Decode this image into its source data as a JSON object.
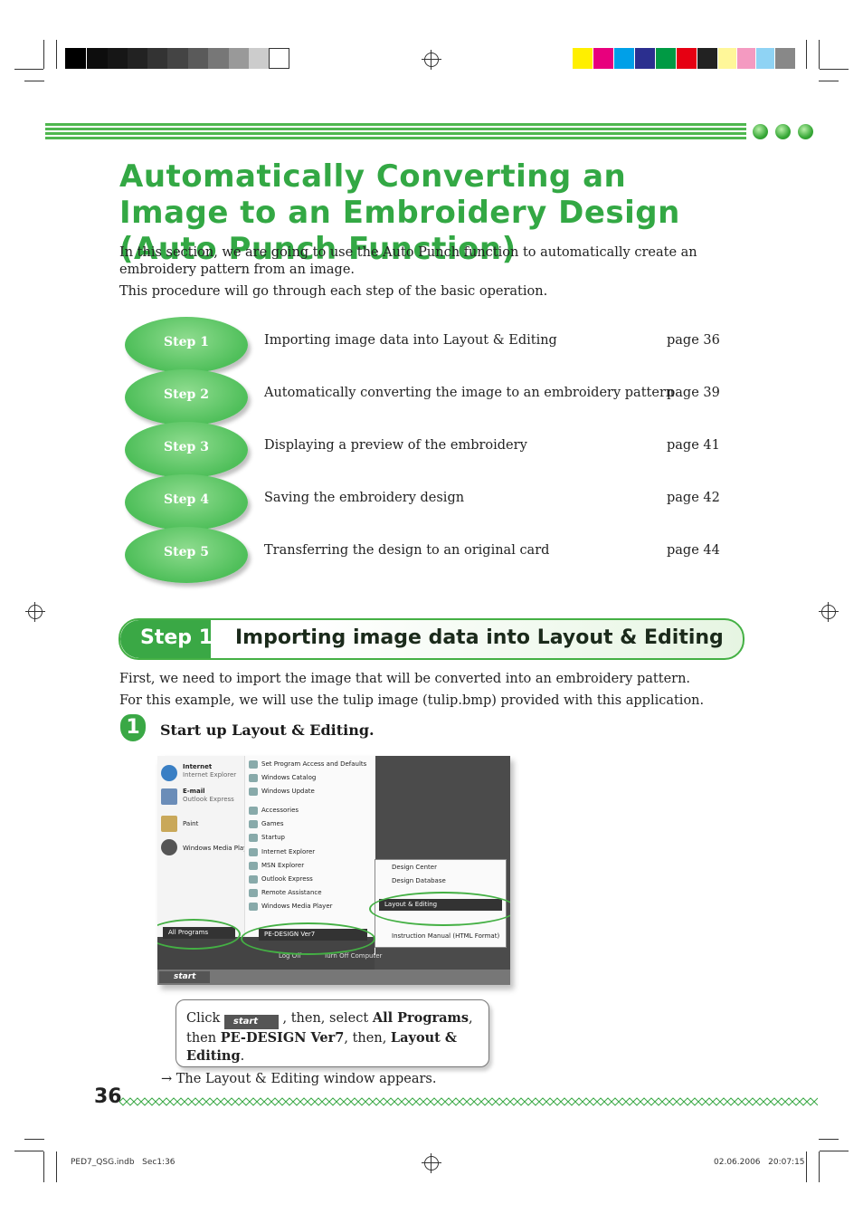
{
  "title": "Automatically Converting an Image to an Embroidery Design (Auto Punch Function)",
  "intro": [
    "In this section, we are going to use the Auto Punch function to automatically create an embroidery pattern from an image.",
    "This procedure will go through each step of the basic operation."
  ],
  "steps": [
    {
      "label": "Step 1",
      "desc": "Importing image data into Layout & Editing",
      "page": "page 36"
    },
    {
      "label": "Step 2",
      "desc": "Automatically converting the image to an embroidery pattern",
      "page": "page 39"
    },
    {
      "label": "Step 3",
      "desc": "Displaying a preview of the embroidery",
      "page": "page 41"
    },
    {
      "label": "Step 4",
      "desc": "Saving the embroidery design",
      "page": "page 42"
    },
    {
      "label": "Step 5",
      "desc": "Transferring the design to an original card",
      "page": "page 44"
    }
  ],
  "section": {
    "step": "Step 1:",
    "heading": "Importing image data into Layout & Editing"
  },
  "section_text": [
    "First, we need to import the image that will be converted into an embroidery pattern.",
    "For this example, we will use the tulip image (tulip.bmp) provided with this application."
  ],
  "instruction": {
    "number": "1",
    "text": "Start up Layout & Editing."
  },
  "screenshot": {
    "left_items": [
      {
        "title": "Internet",
        "sub": "Internet Explorer"
      },
      {
        "title": "E-mail",
        "sub": "Outlook Express"
      },
      {
        "title": "Paint",
        "sub": ""
      },
      {
        "title": "Windows Media Player",
        "sub": ""
      }
    ],
    "mid_items": [
      "Set Program Access and Defaults",
      "Windows Catalog",
      "Windows Update",
      "Accessories",
      "Games",
      "Startup",
      "Internet Explorer",
      "MSN Explorer",
      "Outlook Express",
      "Remote Assistance",
      "Windows Media Player"
    ],
    "right_items": [
      "Design Center",
      "Design Database",
      "Layout & Editing",
      "Instruction Manual (HTML Format)"
    ],
    "all_programs": "All Programs",
    "pe_design": "PE-DESIGN Ver7",
    "log_off": "Log Off",
    "turn_off": "Turn Off Computer",
    "start": "start"
  },
  "callout": {
    "click": "Click",
    "start_chip": "start",
    "then_select": ", then, select",
    "all_programs": "All Programs",
    "comma": ",",
    "then": "then",
    "pe_design": "PE-DESIGN Ver7",
    "then2": ", then,",
    "layout": "Layout & Editing",
    "period": "."
  },
  "result": "→ The Layout & Editing window appears.",
  "page_number": "36",
  "footer": {
    "left": "PED7_QSG.indb   Sec1:36",
    "right": "02.06.2006   20:07:15"
  },
  "colors": {
    "accent": "#3aa845",
    "title": "#33a844"
  }
}
